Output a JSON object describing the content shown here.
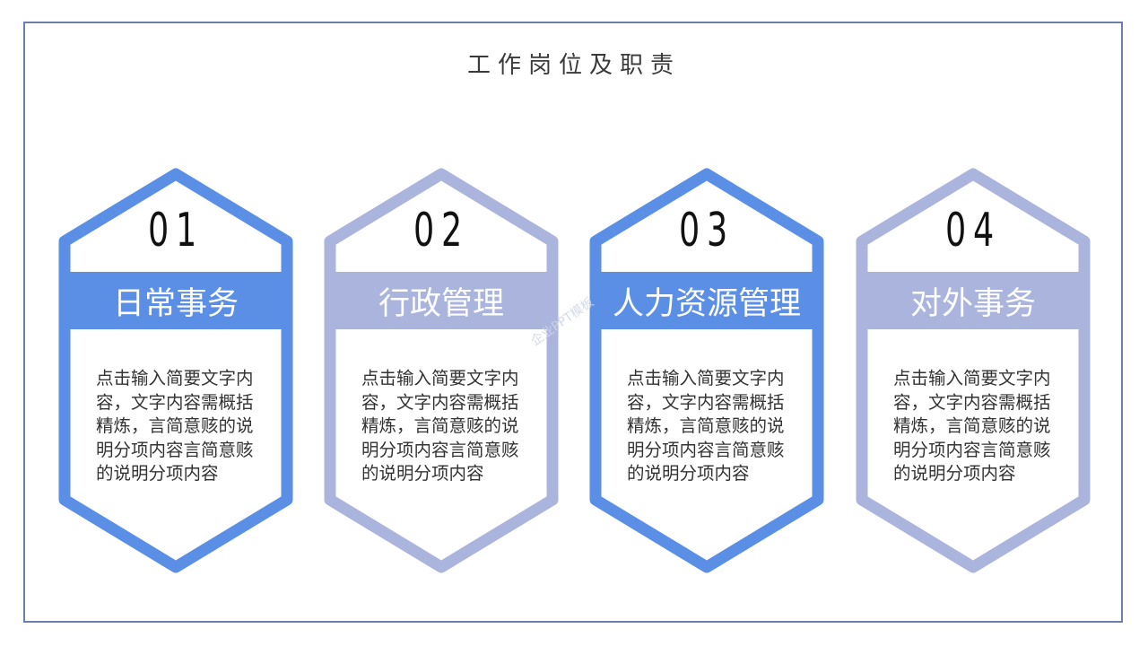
{
  "title": "工作岗位及职责",
  "colors": {
    "primary": "#5b8fe6",
    "secondary": "#aab4dd",
    "frame": "#6b7fa8"
  },
  "cards": [
    {
      "number": "01",
      "heading": "日常事务",
      "color": "#5b8fe6",
      "text": "点击输入简要文字内容，文字内容需概括精炼，言简意赅的说明分项内容言简意赅的说明分项内容"
    },
    {
      "number": "02",
      "heading": "行政管理",
      "color": "#aab4dd",
      "text": "点击输入简要文字内容，文字内容需概括精炼，言简意赅的说明分项内容言简意赅的说明分项内容"
    },
    {
      "number": "03",
      "heading": "人力资源管理",
      "color": "#5b8fe6",
      "text": "点击输入简要文字内容，文字内容需概括精炼，言简意赅的说明分项内容言简意赅的说明分项内容"
    },
    {
      "number": "04",
      "heading": "对外事务",
      "color": "#aab4dd",
      "text": "点击输入简要文字内容，文字内容需概括精炼，言简意赅的说明分项内容言简意赅的说明分项内容"
    }
  ],
  "watermark": "企业PPT模板"
}
